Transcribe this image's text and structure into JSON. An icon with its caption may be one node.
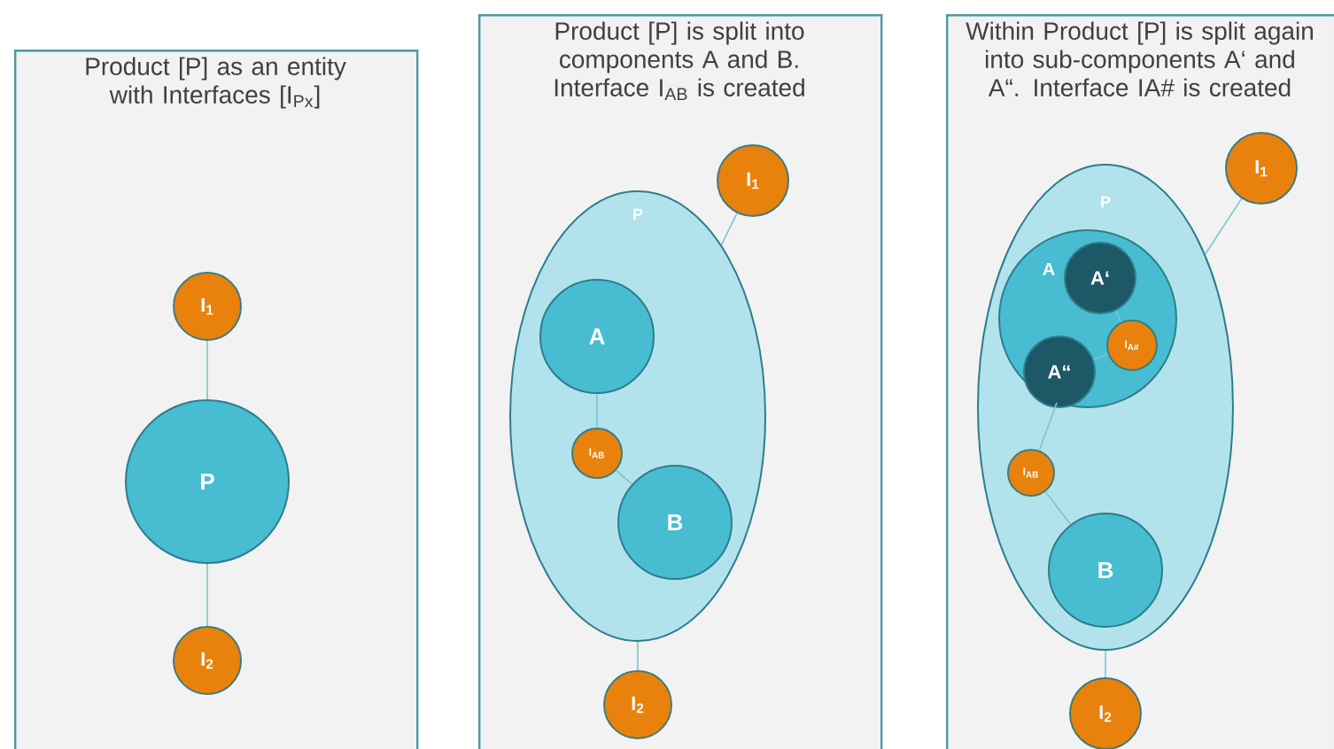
{
  "diagram": {
    "nodes": [
      {
        "text": [
          "Product [P] as an entity with Interfaces [I$_{Px}$]"
        ]
      },
      {
        "text": [
          "I$_{1}$"
        ],
        "in": 0
      },
      {
        "text": [
          "P"
        ],
        "in": 0
      },
      {
        "text": [
          "I$_{2}$"
        ],
        "in": 0
      },
      {
        "text": [
          "Product [P] is split into components A and B. Interface I$_{AB}$ is created"
        ]
      },
      {
        "text": [
          "I$_{1}$"
        ],
        "in": 4
      },
      {
        "text": [
          "P"
        ],
        "in": 4
      },
      {
        "text": [
          "A"
        ],
        "in": 6
      },
      {
        "text": [
          "I$_{AB}$"
        ],
        "in": 6
      },
      {
        "text": [
          "B"
        ],
        "in": 6
      },
      {
        "text": [
          "I$_{2}$"
        ],
        "in": 4
      },
      {
        "text": [
          "Within Product [P] is split again into sub-components A‘ and A“. Interface IA# is created"
        ]
      },
      {
        "text": [
          "I$_{1}$"
        ],
        "in": 11
      },
      {
        "text": [
          "P"
        ],
        "in": 11
      },
      {
        "text": [
          "A"
        ],
        "in": 13
      },
      {
        "text": [
          "A‘"
        ],
        "in": 14
      },
      {
        "text": [
          "I$_{A#}$"
        ],
        "in": 14
      },
      {
        "text": [
          "A“"
        ],
        "in": 14
      },
      {
        "text": [
          "I$_{AB}$"
        ],
        "in": 13
      },
      {
        "text": [
          "B"
        ],
        "in": 13
      },
      {
        "text": [
          "I$_{2}$"
        ],
        "in": 11
      }
    ],
    "edges": [
      {
        "from": 1,
        "to": 2,
        "arrow": "none"
      },
      {
        "from": 2,
        "to": 3,
        "arrow": "none"
      },
      {
        "from": 5,
        "to": 6,
        "arrow": "none"
      },
      {
        "from": 6,
        "to": 10,
        "arrow": "none"
      },
      {
        "from": 7,
        "to": 8,
        "arrow": "none"
      },
      {
        "from": 8,
        "to": 9,
        "arrow": "none"
      },
      {
        "from": 12,
        "to": 13,
        "arrow": "none"
      },
      {
        "from": 13,
        "to": 20,
        "arrow": "none"
      },
      {
        "from": 15,
        "to": 16,
        "arrow": "none"
      },
      {
        "from": 16,
        "to": 17,
        "arrow": "none"
      },
      {
        "from": 14,
        "to": 18,
        "arrow": "none"
      },
      {
        "from": 18,
        "to": 19,
        "arrow": "none"
      }
    ]
  }
}
